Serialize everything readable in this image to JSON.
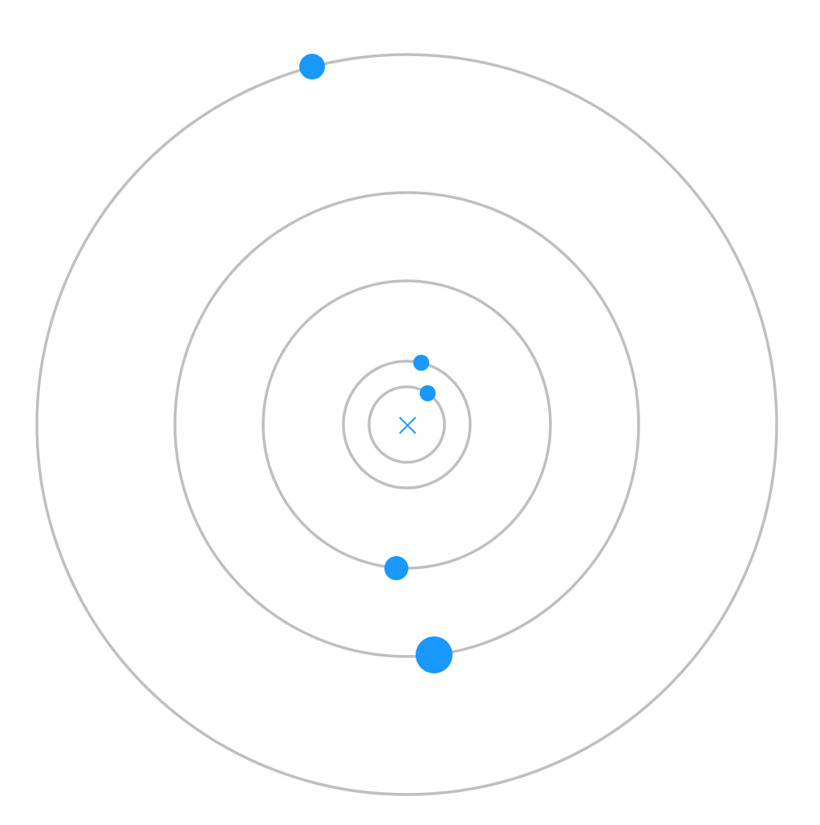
{
  "colors": {
    "orbit": "#bfbfbf",
    "planet": "#1a98fc",
    "center_marker": "#1a98fc",
    "background": "#ffffff"
  },
  "center_marker_icon": "cross-icon",
  "orbits": [
    {
      "planet_size": "small"
    },
    {
      "planet_size": "small"
    },
    {
      "planet_size": "medium"
    },
    {
      "planet_size": "large"
    },
    {
      "planet_size": "medium"
    }
  ]
}
